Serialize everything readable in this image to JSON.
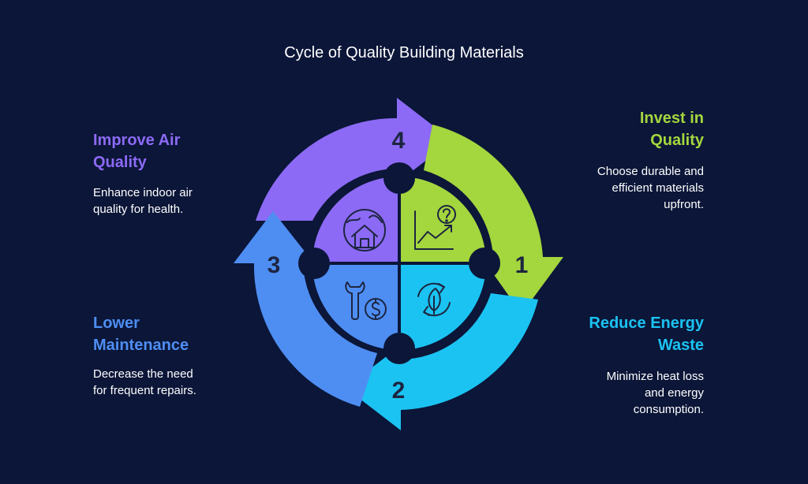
{
  "title": "Cycle of Quality Building Materials",
  "steps": [
    {
      "number": "1",
      "title_line1": "Invest in",
      "title_line2": "Quality",
      "desc_line1": "Choose durable and",
      "desc_line2": "efficient materials",
      "desc_line3": "upfront.",
      "color": "#a4d63e",
      "icon": "chart-question-icon"
    },
    {
      "number": "2",
      "title_line1": "Reduce Energy",
      "title_line2": "Waste",
      "desc_line1": "Minimize heat loss",
      "desc_line2": "and energy",
      "desc_line3": "consumption.",
      "color": "#1bc3f2",
      "icon": "leaf-cycle-icon"
    },
    {
      "number": "3",
      "title_line1": "Lower",
      "title_line2": "Maintenance",
      "desc_line1": "Decrease the need",
      "desc_line2": "for frequent repairs.",
      "color": "#4e8ef3",
      "icon": "wrench-dollar-icon"
    },
    {
      "number": "4",
      "title_line1": "Improve Air",
      "title_line2": "Quality",
      "desc_line1": "Enhance indoor air",
      "desc_line2": "quality for health.",
      "color": "#8c6af5",
      "icon": "house-air-icon"
    }
  ]
}
